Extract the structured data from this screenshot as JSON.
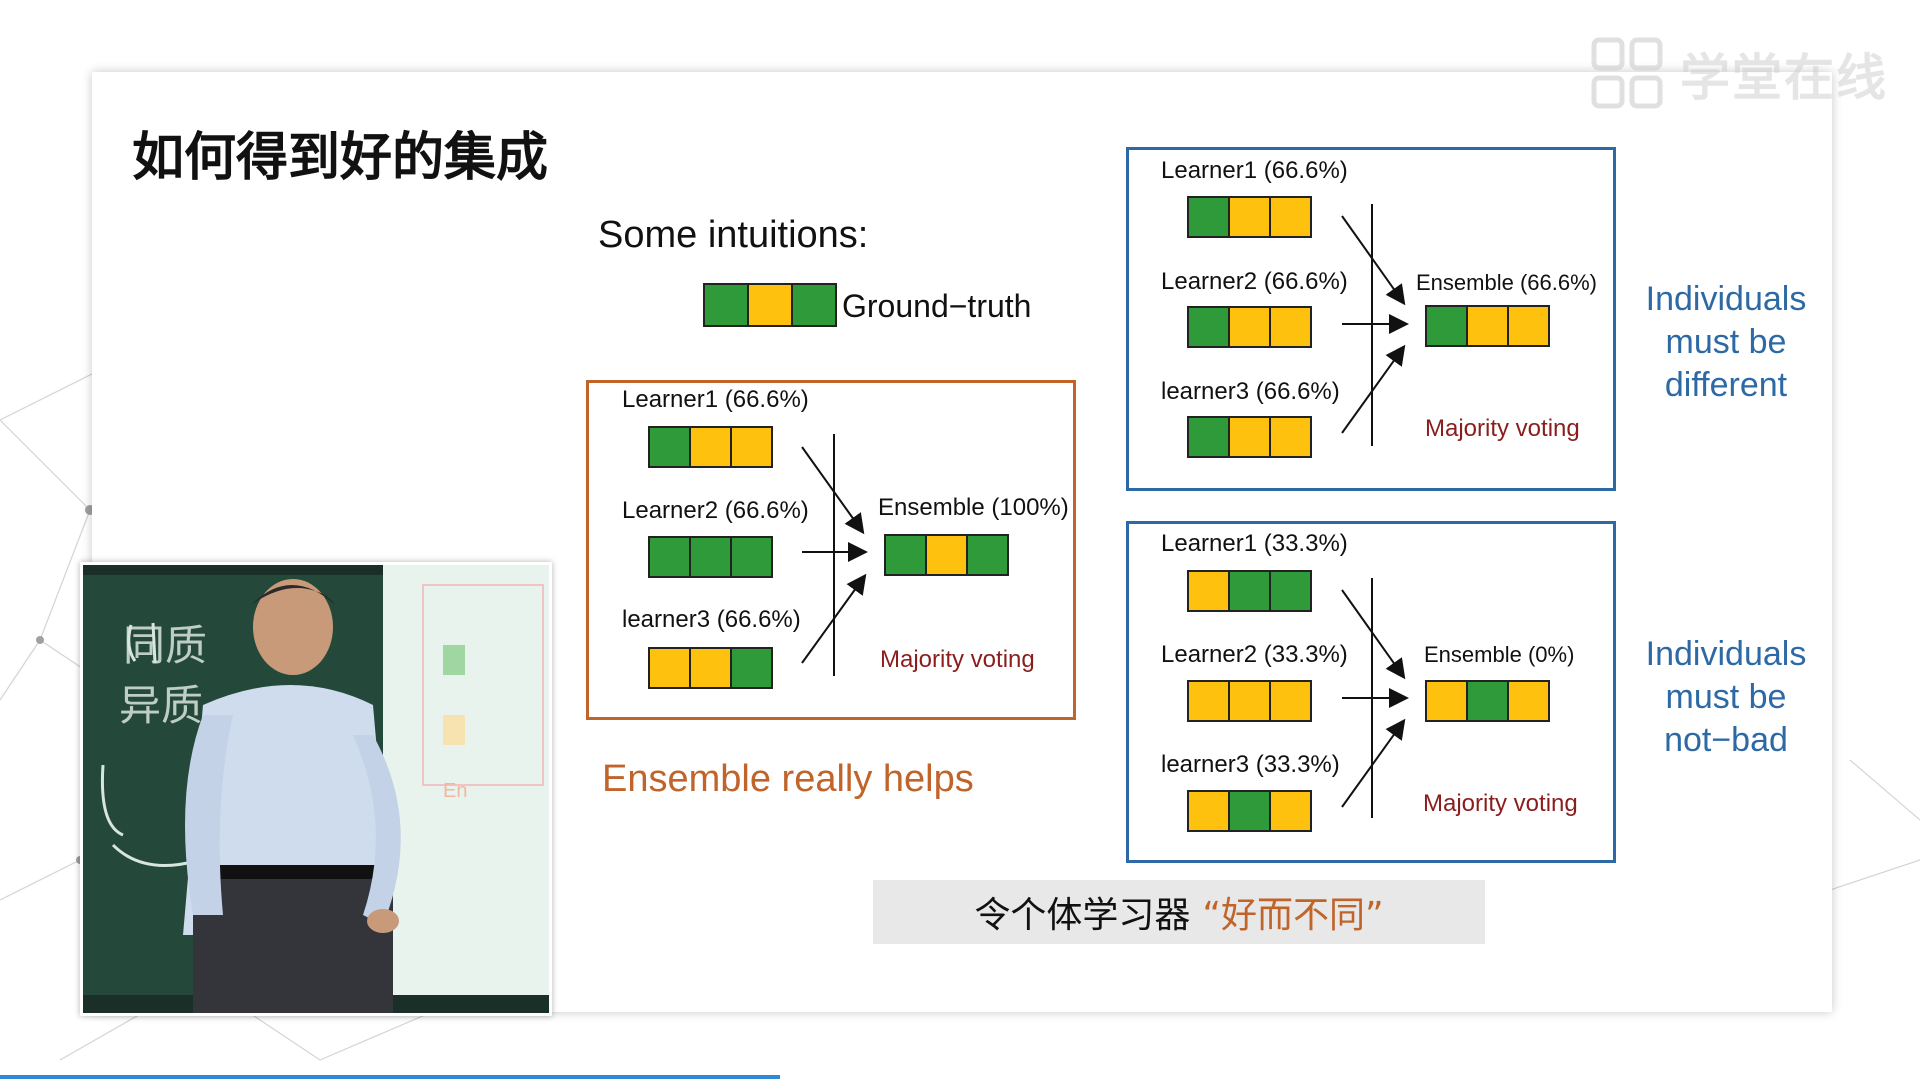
{
  "watermark": {
    "text": "学堂在线"
  },
  "slide": {
    "title": "如何得到好的集成",
    "intuitions_label": "Some intuitions:",
    "ground_truth": {
      "label": "Ground−truth",
      "cells": [
        "green",
        "yellow",
        "green"
      ]
    },
    "panels": [
      {
        "learners": [
          {
            "label": "Learner1 (66.6%)",
            "cells": [
              "green",
              "yellow",
              "yellow"
            ]
          },
          {
            "label": "Learner2 (66.6%)",
            "cells": [
              "green",
              "green",
              "green"
            ]
          },
          {
            "label": "learner3 (66.6%)",
            "cells": [
              "yellow",
              "yellow",
              "green"
            ]
          }
        ],
        "ensemble": {
          "label": "Ensemble (100%)",
          "cells": [
            "green",
            "yellow",
            "green"
          ]
        },
        "voting": "Majority voting"
      },
      {
        "learners": [
          {
            "label": "Learner1 (66.6%)",
            "cells": [
              "green",
              "yellow",
              "yellow"
            ]
          },
          {
            "label": "Learner2 (66.6%)",
            "cells": [
              "green",
              "yellow",
              "yellow"
            ]
          },
          {
            "label": "learner3 (66.6%)",
            "cells": [
              "green",
              "yellow",
              "yellow"
            ]
          }
        ],
        "ensemble": {
          "label": "Ensemble (66.6%)",
          "cells": [
            "green",
            "yellow",
            "yellow"
          ]
        },
        "voting": "Majority voting"
      },
      {
        "learners": [
          {
            "label": "Learner1 (33.3%)",
            "cells": [
              "yellow",
              "green",
              "green"
            ]
          },
          {
            "label": "Learner2 (33.3%)",
            "cells": [
              "yellow",
              "yellow",
              "yellow"
            ]
          },
          {
            "label": "learner3 (33.3%)",
            "cells": [
              "yellow",
              "green",
              "yellow"
            ]
          }
        ],
        "ensemble": {
          "label": "Ensemble (0%)",
          "cells": [
            "yellow",
            "green",
            "yellow"
          ]
        },
        "voting": "Majority voting"
      }
    ],
    "caption_helps": "Ensemble really helps",
    "note_different": [
      "Individuals",
      "must be",
      "different"
    ],
    "note_notbad": [
      "Individuals",
      "must be",
      "not−bad"
    ],
    "banner": {
      "text": "令个体学习器",
      "highlight": "“好而不同”"
    }
  },
  "video": {
    "board_text": [
      "同质",
      "异质"
    ],
    "screen_text": "En"
  },
  "colors": {
    "green": "#2e9a3a",
    "yellow": "#fdc10e",
    "orange": "#c0642a",
    "blue": "#2d6aa5",
    "vote_red": "#8b1d1d"
  }
}
